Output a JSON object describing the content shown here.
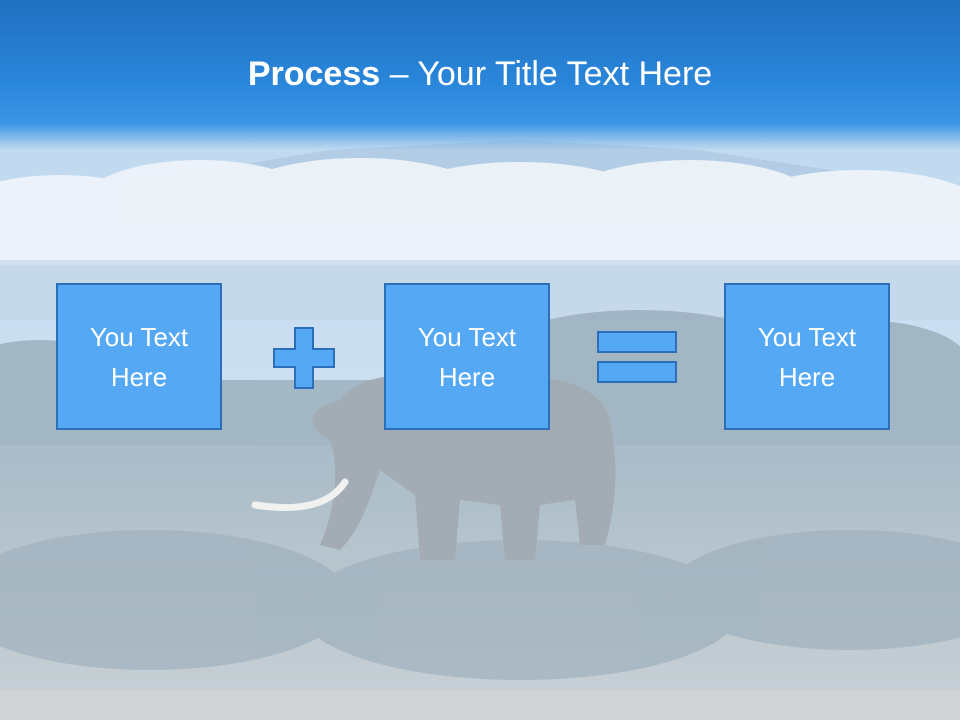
{
  "slide": {
    "title_bold": "Process",
    "title_separator": " – ",
    "title_rest": "Your Title Text Here"
  },
  "steps": [
    {
      "label": "You Text Here"
    },
    {
      "label": "You Text Here"
    },
    {
      "label": "You Text Here"
    }
  ],
  "operators": [
    "plus-icon",
    "equals-icon"
  ],
  "colors": {
    "title_band": "#2a86da",
    "box_fill": "#54a8f4",
    "box_border": "#2a6fb8",
    "operator_fill": "#54a8f4"
  }
}
